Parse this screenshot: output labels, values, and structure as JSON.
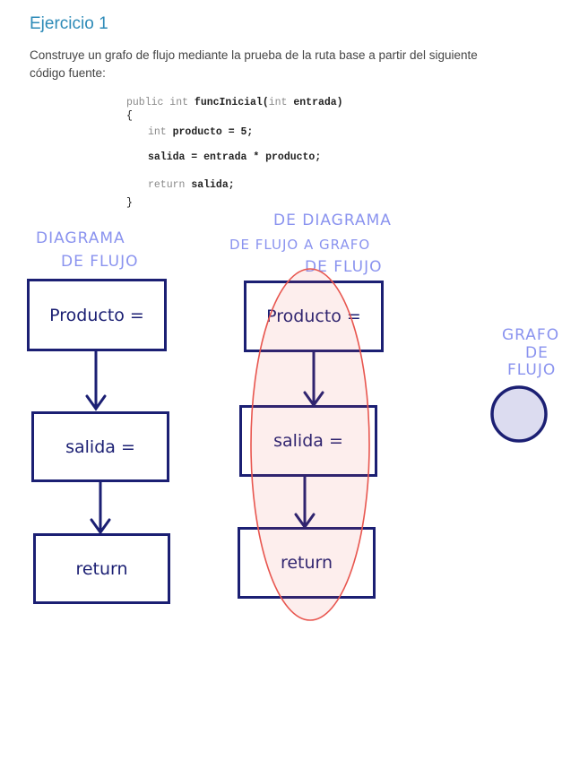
{
  "exercise": {
    "title": "Ejercicio 1",
    "instructions": "Construye un grafo de flujo mediante la prueba de la ruta base a partir del siguiente código fuente:"
  },
  "code": {
    "signature": {
      "mod": "public int ",
      "name": "funcInicial",
      "open": "(",
      "ptype": "int",
      "param": " entrada)"
    },
    "brace_open": "{",
    "line_decl": {
      "type": "int",
      "rest": " producto = 5;"
    },
    "line_assign": {
      "rest": "salida = entrada * producto;"
    },
    "line_return": {
      "kw": "return",
      "rest": " salida;"
    },
    "brace_close": "}"
  },
  "annotations": {
    "left_heading": [
      "DIAGRAMA",
      "DE FLUJO"
    ],
    "middle_heading": [
      "DE  DIAGRAMA",
      "DE FLUJO  A GRAFO",
      "DE  FLUJO"
    ],
    "right_heading": [
      "GRAFO",
      "DE",
      "FLUJO"
    ]
  },
  "left_diagram": {
    "boxes": [
      "Producto =",
      "salida =",
      "return"
    ]
  },
  "middle_diagram": {
    "boxes": [
      "Producto =",
      "salida =",
      "return"
    ]
  },
  "colors": {
    "title": "#2e8bb8",
    "ink": "#1b1f73",
    "annotation": "#8a93ef",
    "highlight_ellipse": "#e8564f",
    "node_fill": "#dcdcf0"
  }
}
